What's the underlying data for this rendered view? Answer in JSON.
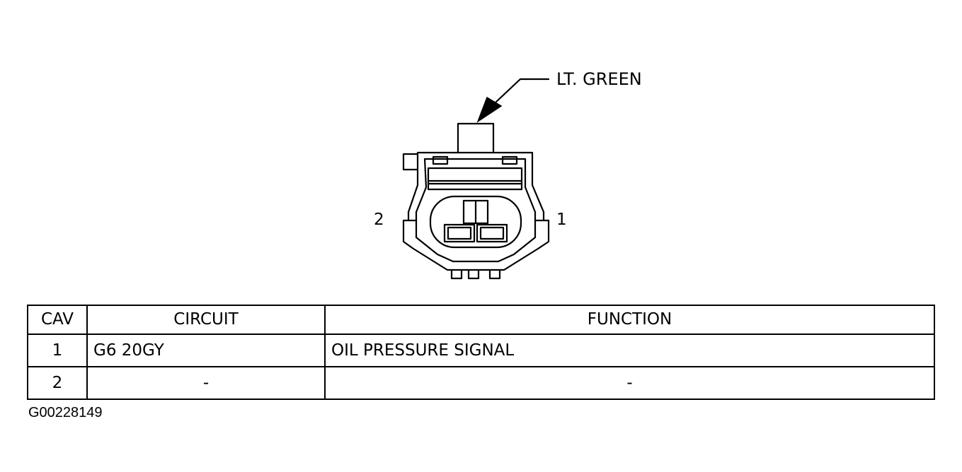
{
  "diagram": {
    "color_label": "LT. GREEN",
    "pin_labels": {
      "left": "2",
      "right": "1"
    },
    "line_color": "#000000"
  },
  "table": {
    "headers": {
      "cav": "CAV",
      "circuit": "CIRCUIT",
      "function": "FUNCTION"
    },
    "rows": [
      {
        "cav": "1",
        "circuit": "G6 20GY",
        "function": "OIL PRESSURE SIGNAL"
      },
      {
        "cav": "2",
        "circuit": "-",
        "function": "-"
      }
    ]
  },
  "figure_id": "G00228149"
}
